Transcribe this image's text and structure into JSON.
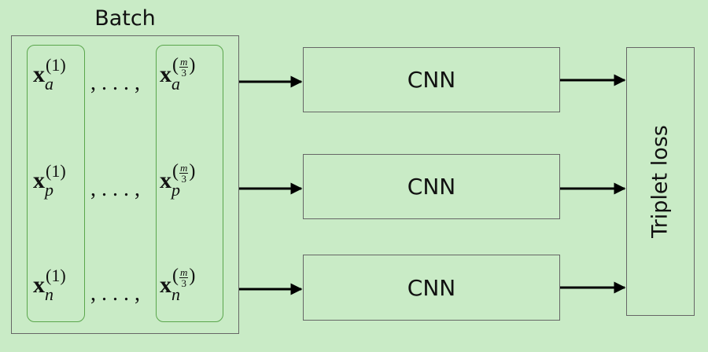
{
  "batch": {
    "title": "Batch",
    "rows": [
      {
        "sub": "a",
        "sup_first": "1",
        "frac_num": "m",
        "frac_den": "3"
      },
      {
        "sub": "p",
        "sup_first": "1",
        "frac_num": "m",
        "frac_den": "3"
      },
      {
        "sub": "n",
        "sup_first": "1",
        "frac_num": "m",
        "frac_den": "3"
      }
    ],
    "variable": "x",
    "separator": ", . . . ,"
  },
  "networks": [
    {
      "label": "CNN"
    },
    {
      "label": "CNN"
    },
    {
      "label": "CNN"
    }
  ],
  "loss": {
    "label": "Triplet loss"
  },
  "colors": {
    "background": "#c9ebc6",
    "column_border": "#5aa64c",
    "box_border": "#666666",
    "arrow": "#000000"
  }
}
